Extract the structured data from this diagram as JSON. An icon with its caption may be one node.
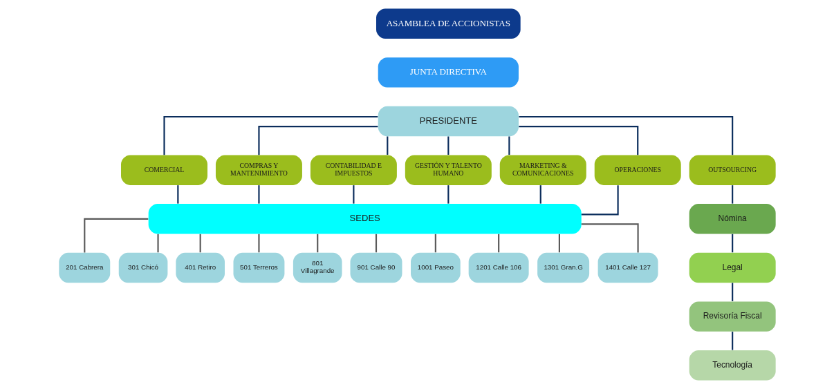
{
  "diagram": {
    "nodes": [
      {
        "text": [
          "ASAMBLEA DE ACCIONISTAS"
        ]
      },
      {
        "text": [
          "JUNTA DIRECTIVA"
        ]
      },
      {
        "text": [
          "PRESIDENTE"
        ]
      },
      {
        "text": [
          "COMERCIAL"
        ]
      },
      {
        "text": [
          "COMPRAS Y MANTENIMIENTO"
        ]
      },
      {
        "text": [
          "CONTABILIDAD E IMPUESTOS"
        ]
      },
      {
        "text": [
          "GESTIÓN Y TALENTO HUMANO"
        ]
      },
      {
        "text": [
          "MARKETING & COMUNICACIONES"
        ]
      },
      {
        "text": [
          "OPERACIONES"
        ]
      },
      {
        "text": [
          "OUTSOURCING"
        ]
      },
      {
        "text": [
          "SEDES"
        ]
      },
      {
        "text": [
          "201 Cabrera"
        ]
      },
      {
        "text": [
          "301 Chicó"
        ]
      },
      {
        "text": [
          "401 Retiro"
        ]
      },
      {
        "text": [
          "501 Terreros"
        ]
      },
      {
        "text": [
          "801 Villagrande"
        ]
      },
      {
        "text": [
          "901 Calle 90"
        ]
      },
      {
        "text": [
          "1001 Paseo"
        ]
      },
      {
        "text": [
          "1201 Calle 106"
        ]
      },
      {
        "text": [
          "1301 Gran.G"
        ]
      },
      {
        "text": [
          "1401 Calle 127"
        ]
      },
      {
        "text": [
          "Nómina"
        ]
      },
      {
        "text": [
          "Legal"
        ]
      },
      {
        "text": [
          "Revisoría Fiscal"
        ]
      },
      {
        "text": [
          "Tecnología"
        ]
      }
    ],
    "edges": [
      {
        "from": 2,
        "to": 3,
        "arrow": "none"
      },
      {
        "from": 2,
        "to": 4,
        "arrow": "none"
      },
      {
        "from": 2,
        "to": 5,
        "arrow": "none"
      },
      {
        "from": 2,
        "to": 6,
        "arrow": "none"
      },
      {
        "from": 2,
        "to": 7,
        "arrow": "none"
      },
      {
        "from": 2,
        "to": 8,
        "arrow": "none"
      },
      {
        "from": 2,
        "to": 9,
        "arrow": "none"
      },
      {
        "from": 3,
        "to": 10,
        "arrow": "none"
      },
      {
        "from": 4,
        "to": 10,
        "arrow": "none"
      },
      {
        "from": 5,
        "to": 10,
        "arrow": "none"
      },
      {
        "from": 6,
        "to": 10,
        "arrow": "none"
      },
      {
        "from": 7,
        "to": 10,
        "arrow": "none"
      },
      {
        "from": 8,
        "to": 10,
        "arrow": "none"
      },
      {
        "from": 10,
        "to": 11,
        "arrow": "none",
        "color": "#5a5a5a"
      },
      {
        "from": 10,
        "to": 12,
        "arrow": "none",
        "color": "#5a5a5a"
      },
      {
        "from": 10,
        "to": 13,
        "arrow": "none",
        "color": "#5a5a5a"
      },
      {
        "from": 10,
        "to": 14,
        "arrow": "none",
        "color": "#5a5a5a"
      },
      {
        "from": 10,
        "to": 15,
        "arrow": "none",
        "color": "#5a5a5a"
      },
      {
        "from": 10,
        "to": 16,
        "arrow": "none",
        "color": "#5a5a5a"
      },
      {
        "from": 10,
        "to": 17,
        "arrow": "none",
        "color": "#5a5a5a"
      },
      {
        "from": 10,
        "to": 18,
        "arrow": "none",
        "color": "#5a5a5a"
      },
      {
        "from": 10,
        "to": 19,
        "arrow": "none",
        "color": "#5a5a5a"
      },
      {
        "from": 10,
        "to": 20,
        "arrow": "none",
        "color": "#5a5a5a"
      },
      {
        "from": 9,
        "to": 21,
        "arrow": "none"
      },
      {
        "from": 21,
        "to": 22,
        "arrow": "none"
      },
      {
        "from": 22,
        "to": 23,
        "arrow": "none"
      },
      {
        "from": 23,
        "to": 24,
        "arrow": "none"
      }
    ]
  }
}
